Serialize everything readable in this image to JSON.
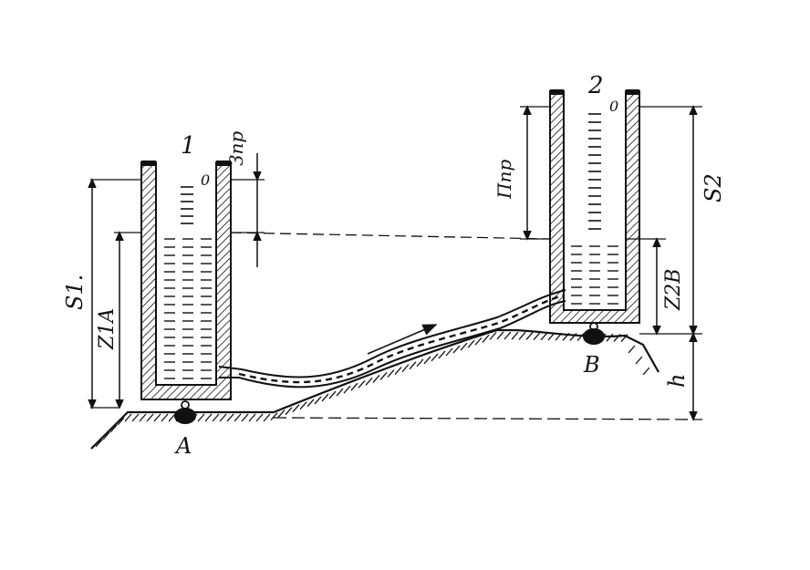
{
  "labels": {
    "vessel1": "1",
    "vessel2": "2",
    "zero1": "0",
    "zero2": "0",
    "z_pr": "Зпр",
    "p_pr": "Ппр",
    "s1": "S1.",
    "s2": "S2",
    "z1a": "Z1A",
    "z2b": "Z2B",
    "h": "h",
    "point_a": "A",
    "point_b": "B"
  },
  "colors": {
    "ink": "#111111",
    "paper": "#ffffff"
  }
}
